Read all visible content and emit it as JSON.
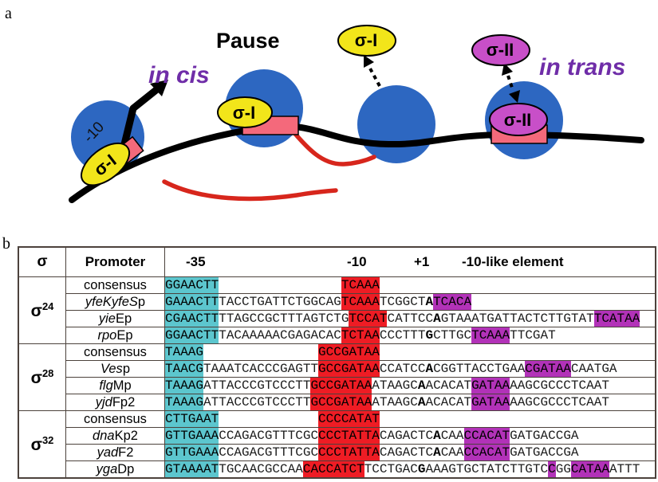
{
  "panel_a": {
    "label": "a",
    "pause": "Pause",
    "in_cis": "in cis",
    "in_trans": "in trans",
    "sigma_I": "σ-I",
    "sigma_II": "σ-II",
    "minus10": "-10",
    "colors": {
      "polymerase_blue": "#2d67c1",
      "sigma_I_yellow": "#f2e51a",
      "sigma_II_magenta": "#c84fc8",
      "platform_pink": "#f4697b",
      "rna_red": "#d7261c",
      "dna_black": "#000000",
      "label_purple": "#6f2da8"
    }
  },
  "panel_b": {
    "label": "b",
    "header": {
      "sigma": "σ",
      "promoter": "Promoter",
      "minus35": "-35",
      "minus10": "-10",
      "plus1": "+1",
      "minus10_like": "-10-like element"
    },
    "highlight_colors": {
      "cyan": "#5cc6ce",
      "red": "#ee1c24",
      "purple": "#b232b8"
    },
    "groups": [
      {
        "sigma_base": "σ",
        "sigma_sup": "24",
        "rows": [
          {
            "name_italic": "",
            "name_roman": "consensus",
            "segments": [
              {
                "t": "GGAACTT",
                "h": "cyan"
              },
              {
                "t": "                "
              },
              {
                "t": "TCAAA",
                "h": "red"
              }
            ]
          },
          {
            "name_italic": "yfeKyfeS",
            "name_roman": "p",
            "segments": [
              {
                "t": "GAAACTT",
                "h": "cyan"
              },
              {
                "t": "TACCTGATTCTGGCAG"
              },
              {
                "t": "TCAAA",
                "h": "red"
              },
              {
                "t": "TCGGCT"
              },
              {
                "t": "A",
                "b": true
              },
              {
                "t": "TCACA",
                "h": "purple"
              }
            ]
          },
          {
            "name_italic": "yie",
            "name_roman": "Ep",
            "segments": [
              {
                "t": "CGAACTT",
                "h": "cyan"
              },
              {
                "t": "TTAGCCGCTTTAGTCTG"
              },
              {
                "t": "TCCAT",
                "h": "red"
              },
              {
                "t": "CATTCC"
              },
              {
                "t": "A",
                "b": true
              },
              {
                "t": "GTAAATGATTACTCTTGTAT"
              },
              {
                "t": "TCATAA",
                "h": "purple"
              }
            ]
          },
          {
            "name_italic": "rpo",
            "name_roman": "Ep",
            "segments": [
              {
                "t": "GGAACTT",
                "h": "cyan"
              },
              {
                "t": "TACAAAAACGAGACAC"
              },
              {
                "t": "TCTAA",
                "h": "red"
              },
              {
                "t": "CCCTTT"
              },
              {
                "t": "G",
                "b": true
              },
              {
                "t": "CTTGC"
              },
              {
                "t": "TCAAA",
                "h": "purple"
              },
              {
                "t": "TTCGAT"
              }
            ]
          }
        ]
      },
      {
        "sigma_base": "σ",
        "sigma_sup": "28",
        "rows": [
          {
            "name_italic": "",
            "name_roman": "consensus",
            "segments": [
              {
                "t": "TAAAG",
                "h": "cyan"
              },
              {
                "t": "               "
              },
              {
                "t": "GCCGATAA",
                "h": "red"
              }
            ]
          },
          {
            "name_italic": "Ves",
            "name_roman": "p",
            "segments": [
              {
                "t": "TAACG",
                "h": "cyan"
              },
              {
                "t": "TAAATCACCCGAGTT"
              },
              {
                "t": "GCCGATAA",
                "h": "red"
              },
              {
                "t": "CCATCC"
              },
              {
                "t": "A",
                "b": true
              },
              {
                "t": "CGGTTACCTGAA"
              },
              {
                "t": "CGATAA",
                "h": "purple"
              },
              {
                "t": "CAATGA"
              }
            ]
          },
          {
            "name_italic": "flg",
            "name_roman": "Mp",
            "segments": [
              {
                "t": "TAAAG",
                "h": "cyan"
              },
              {
                "t": "ATTACCCGTCCCTT"
              },
              {
                "t": "GCCGATAA",
                "h": "red"
              },
              {
                "t": "ATAAGC"
              },
              {
                "t": "A",
                "b": true
              },
              {
                "t": "ACACAT"
              },
              {
                "t": "GATAA",
                "h": "purple"
              },
              {
                "t": "AAGCGCCCTCAAT"
              }
            ]
          },
          {
            "name_italic": "yjd",
            "name_roman": "Fp2",
            "segments": [
              {
                "t": "TAAAG",
                "h": "cyan"
              },
              {
                "t": "ATTACCCGTCCCTT"
              },
              {
                "t": "GCCGATAA",
                "h": "red"
              },
              {
                "t": "ATAAGC"
              },
              {
                "t": "A",
                "b": true
              },
              {
                "t": "ACACAT"
              },
              {
                "t": "GATAA",
                "h": "purple"
              },
              {
                "t": "AAGCGCCCTCAAT"
              }
            ]
          }
        ]
      },
      {
        "sigma_base": "σ",
        "sigma_sup": "32",
        "rows": [
          {
            "name_italic": "",
            "name_roman": "consensus",
            "segments": [
              {
                "t": "CTTGAAT",
                "h": "cyan"
              },
              {
                "t": "             "
              },
              {
                "t": "CCCCATAT",
                "h": "red"
              }
            ]
          },
          {
            "name_italic": "dna",
            "name_roman": "Kp2",
            "segments": [
              {
                "t": "GTTGAAA",
                "h": "cyan"
              },
              {
                "t": "CCAGACGTTTCGC"
              },
              {
                "t": "CCCTATTA",
                "h": "red"
              },
              {
                "t": "CAGACTC"
              },
              {
                "t": "A",
                "b": true
              },
              {
                "t": "CAA"
              },
              {
                "t": "CCACAT",
                "h": "purple"
              },
              {
                "t": "GATGACCGA"
              }
            ]
          },
          {
            "name_italic": "yad",
            "name_roman": "F2",
            "segments": [
              {
                "t": "GTTGAAA",
                "h": "cyan"
              },
              {
                "t": "CCAGACGTTTCGC"
              },
              {
                "t": "CCCTATTA",
                "h": "red"
              },
              {
                "t": "CAGACTC"
              },
              {
                "t": "A",
                "b": true
              },
              {
                "t": "CAA"
              },
              {
                "t": "CCACAT",
                "h": "purple"
              },
              {
                "t": "GATGACCGA"
              }
            ]
          },
          {
            "name_italic": "yga",
            "name_roman": "Dp",
            "segments": [
              {
                "t": "GTAAAAT",
                "h": "cyan"
              },
              {
                "t": "TGCAACGCCAA"
              },
              {
                "t": "CACCATCT",
                "h": "red"
              },
              {
                "t": "TCCTGAC"
              },
              {
                "t": "G",
                "b": true
              },
              {
                "t": "AAAGTGCTATCTTGTC"
              },
              {
                "t": "C",
                "h": "purple"
              },
              {
                "t": "GG"
              },
              {
                "t": "CATAA",
                "h": "purple"
              },
              {
                "t": "ATTT"
              }
            ]
          }
        ]
      }
    ]
  }
}
